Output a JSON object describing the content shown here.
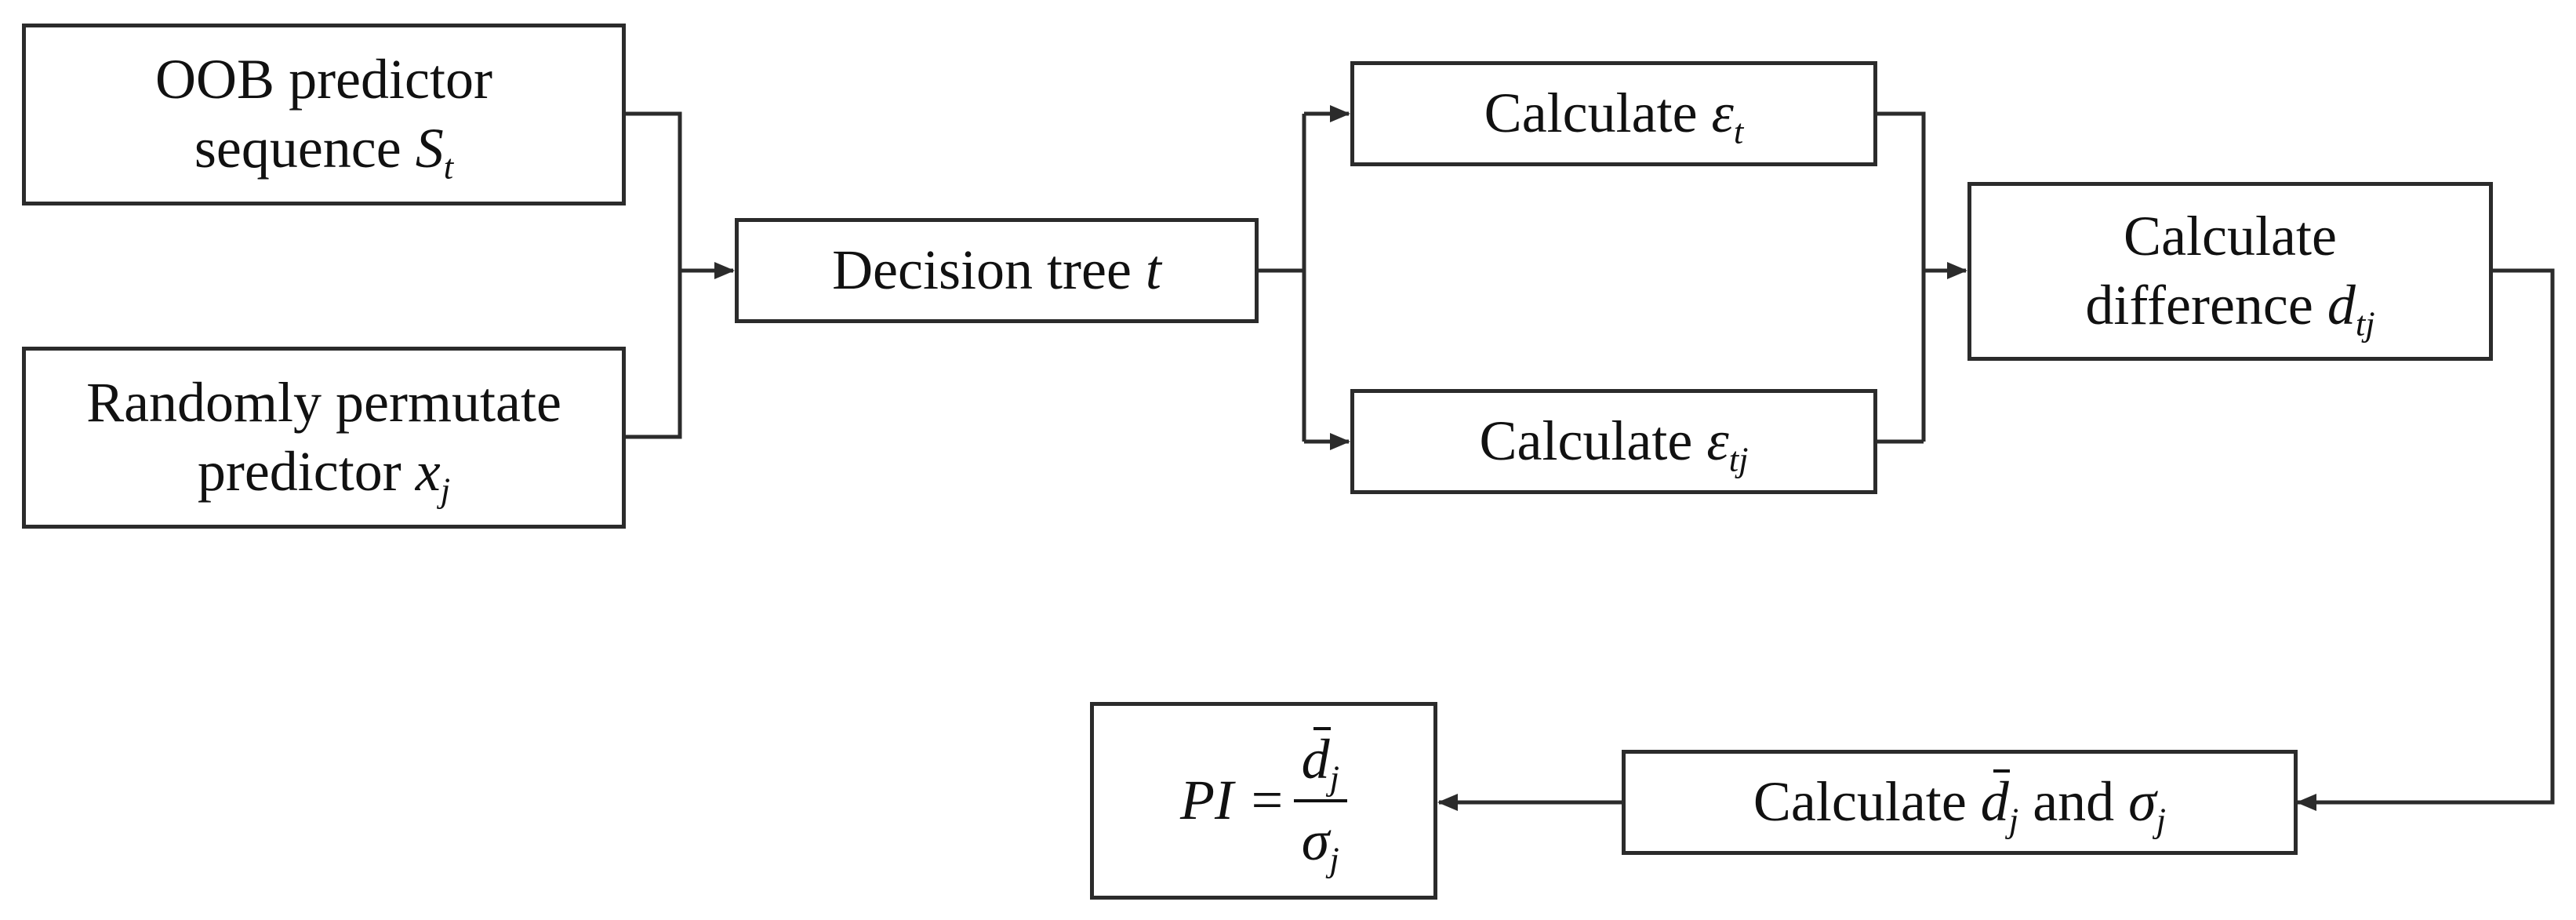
{
  "nodes": {
    "oob": {
      "line1": "OOB predictor",
      "line2_text": "sequence ",
      "line2_var": "S",
      "line2_sub": "t"
    },
    "permutate": {
      "line1": "Randomly permutate",
      "line2_text": "predictor ",
      "line2_var": "x",
      "line2_sub": "j"
    },
    "decision_tree": {
      "text": "Decision tree ",
      "var": "t"
    },
    "calc_et": {
      "text": "Calculate ",
      "var": "ε",
      "sub": "t"
    },
    "calc_etj": {
      "text": "Calculate ",
      "var": "ε",
      "sub": "tj"
    },
    "calc_diff": {
      "line1": "Calculate",
      "line2_text": "difference ",
      "line2_var": "d",
      "line2_sub": "tj"
    },
    "calc_mean_sd": {
      "text": "Calculate ",
      "var1": "d",
      "sub1": "j",
      "mid": " and ",
      "var2": "σ",
      "sub2": "j"
    },
    "pi": {
      "lhs": "PI =",
      "num_var": "d",
      "num_sub": "j",
      "den_var": "σ",
      "den_sub": "j"
    }
  },
  "colors": {
    "line": "#2b2b2b",
    "text": "#111111",
    "background": "#ffffff"
  }
}
